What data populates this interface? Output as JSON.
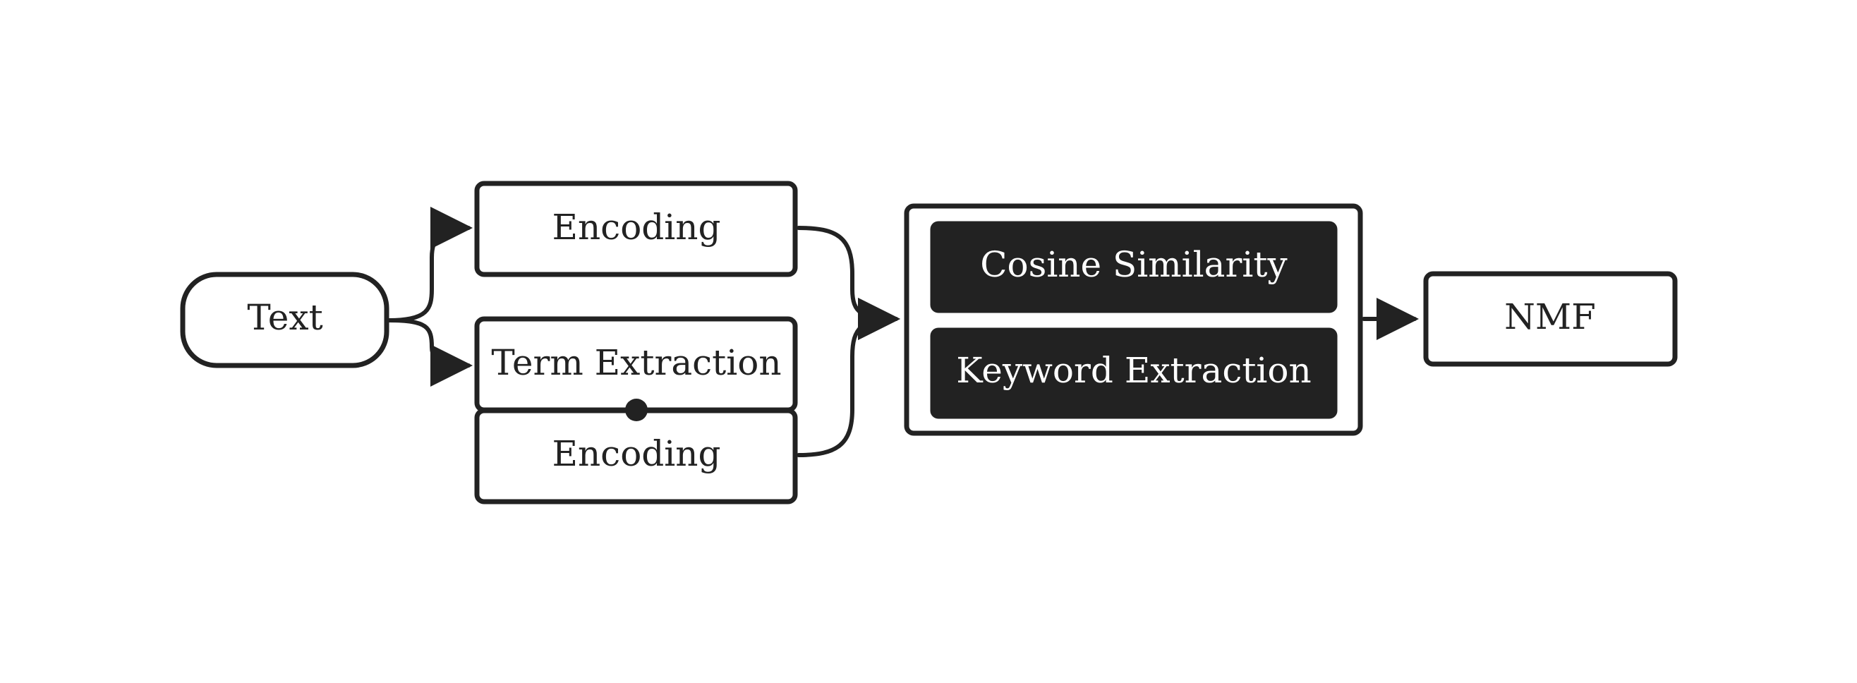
{
  "diagram": {
    "nodes": {
      "text": "Text",
      "encoding_top": "Encoding",
      "term_extraction": "Term Extraction",
      "encoding_bottom": "Encoding",
      "cosine_similarity": "Cosine Similarity",
      "keyword_extraction": "Keyword Extraction",
      "nmf": "NMF"
    },
    "colors": {
      "stroke": "#222222",
      "dark_fill": "#222222",
      "light_fill": "#ffffff",
      "dark_text": "#ffffff",
      "light_text": "#222222"
    }
  }
}
